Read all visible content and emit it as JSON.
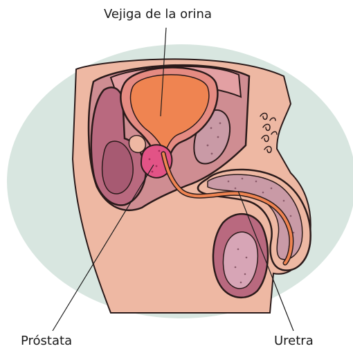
{
  "labels": {
    "bladder": "Vejiga de la orina",
    "prostate": "Próstata",
    "urethra": "Uretra"
  },
  "colors": {
    "background_oval": "#d8e6e0",
    "skin": "#eeb8a3",
    "pelvic_wall": "#cf8d92",
    "rectum": "#b9697f",
    "bladder_fill": "#ef8451",
    "bladder_wall": "#e58b82",
    "prostate": "#e25386",
    "urethra": "#ef8451",
    "erectile_tissue": "#c99aa6",
    "testis": "#d7a5b6",
    "outline": "#2a1a1a"
  }
}
